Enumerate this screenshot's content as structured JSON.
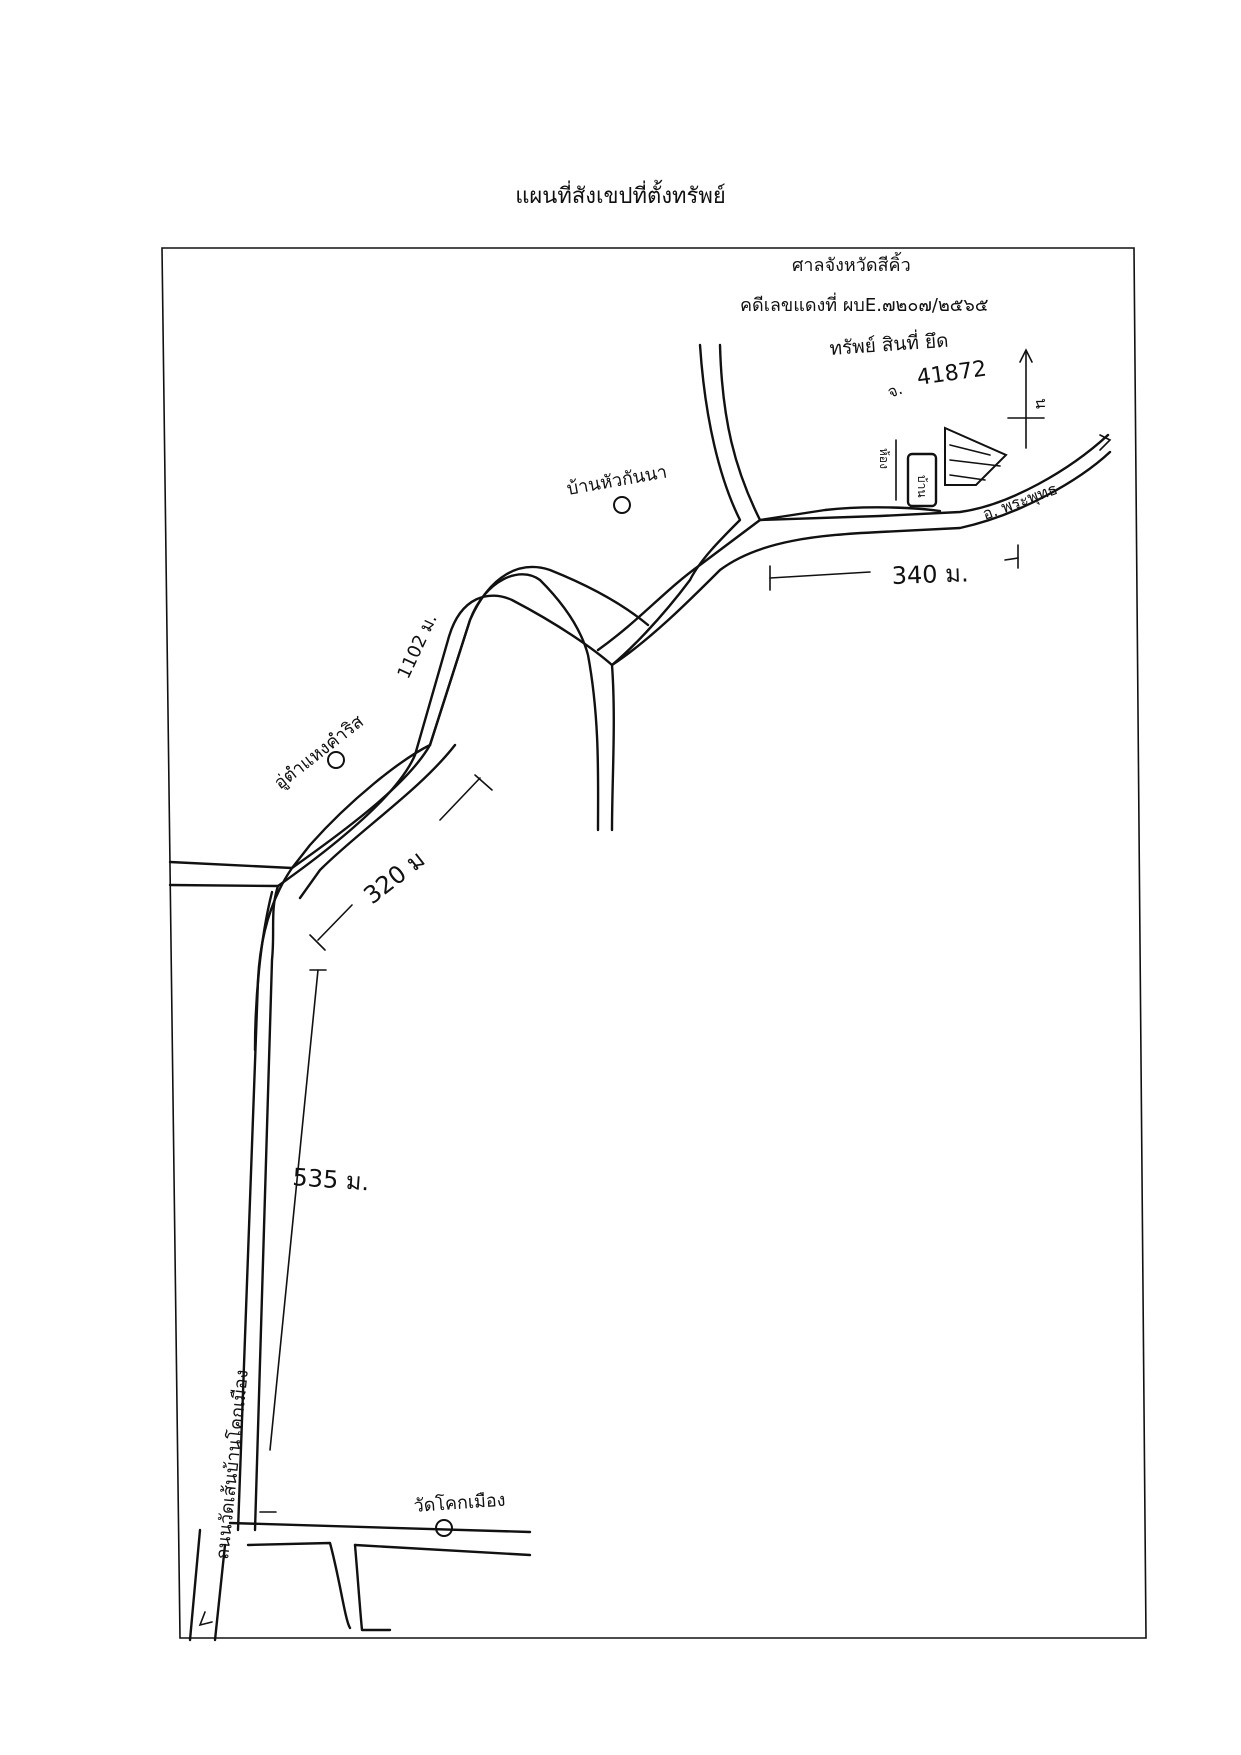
{
  "document": {
    "title": "แผนที่สังเขปที่ตั้งทรัพย์",
    "court": "ศาลจังหวัดสีคิ้ว",
    "case_number": "คดีเลขแดงที่ ผบE.๗๒๐๗/๒๕๖๕"
  },
  "map": {
    "property_label": "ทรัพย์ สินที่ ยึด",
    "deed_number": "41872",
    "deed_prefix": "จ.",
    "road_label": "อ. พระพุทธ",
    "north_label": "น",
    "villages": {
      "ban_hua_kanna": "บ้านหัวกันนา",
      "upper_left_village": "อู่ตำแหงคำริส",
      "wat_khok_muang": "วัดโคกเมือง",
      "bottom_road_label": "ถนนวัดเส้นบ้านโคกเมือง"
    },
    "distances": {
      "d340": "340 ม.",
      "d320": "320 ม",
      "d535": "535 ม.",
      "d1102": "1102 ม."
    },
    "plot_label": "บ้าน",
    "house_label": "ห้อง"
  }
}
